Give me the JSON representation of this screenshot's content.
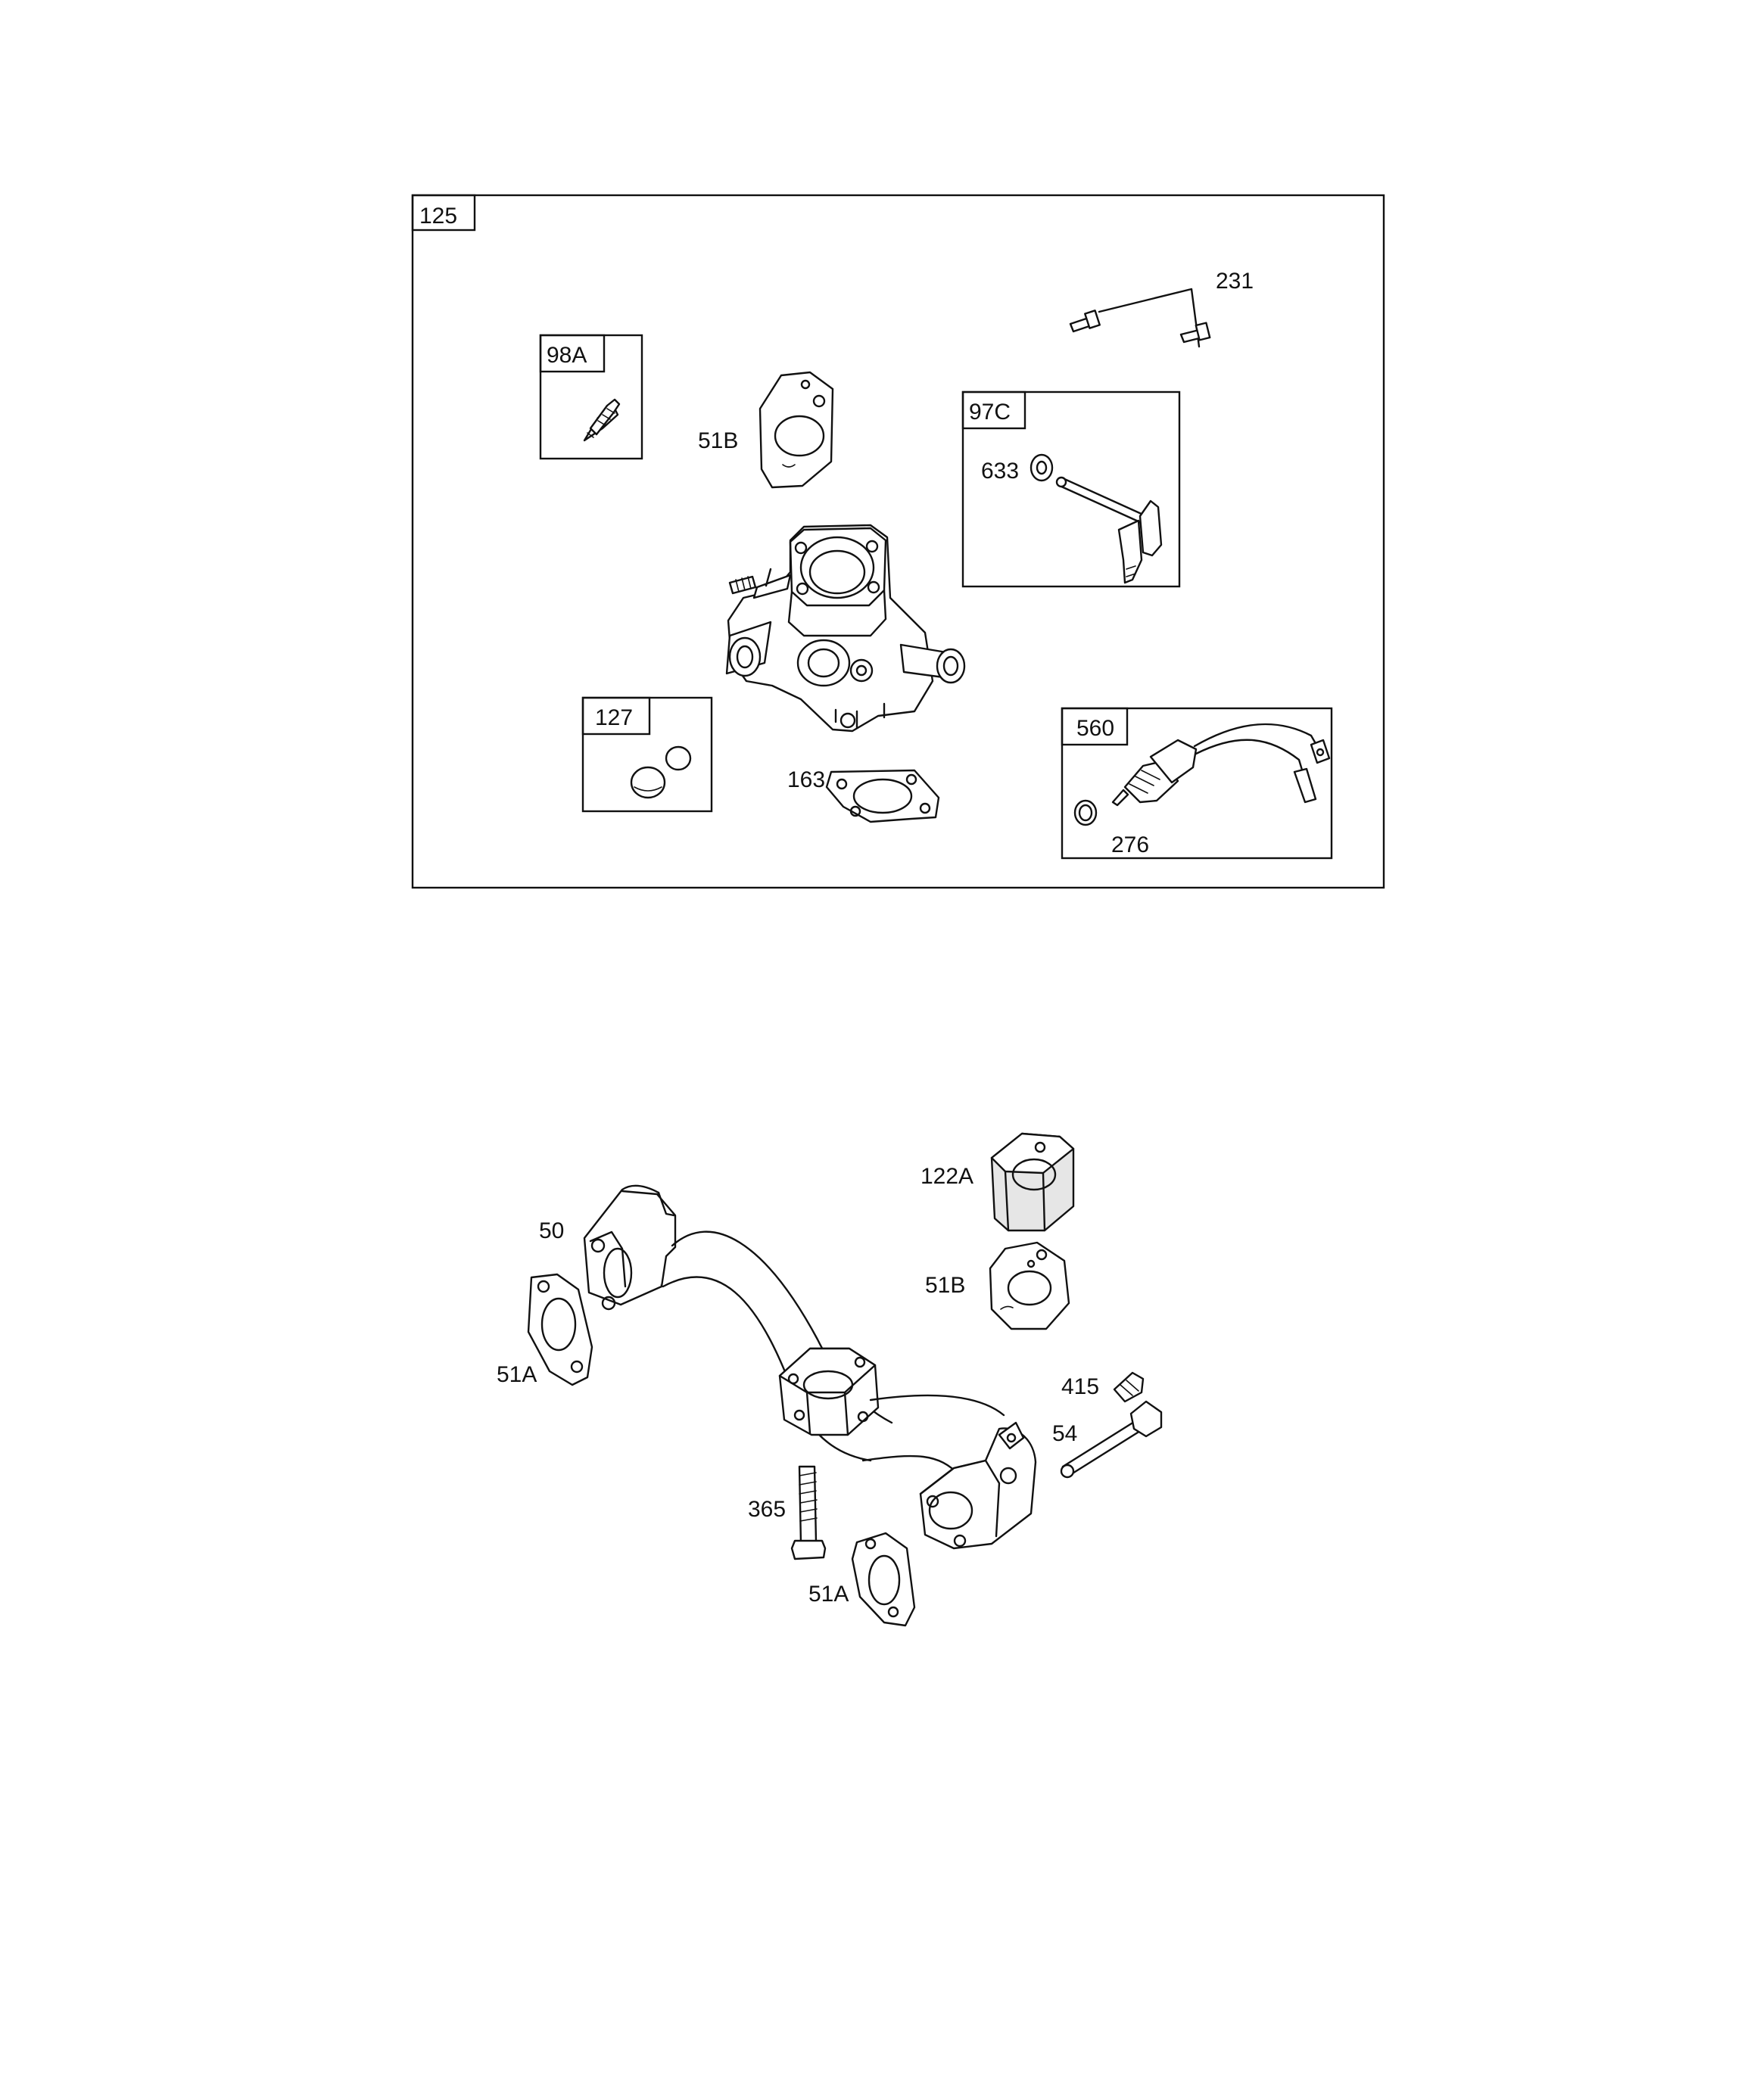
{
  "diagram": {
    "kit_labels": {
      "k125": "125",
      "k98a": "98A",
      "k97c": "97C",
      "k127": "127",
      "k560": "560"
    },
    "part_labels": {
      "p231": "231",
      "p51b_top": "51B",
      "p633": "633",
      "p163": "163",
      "p276": "276",
      "p122a": "122A",
      "p50": "50",
      "p51b_bottom": "51B",
      "p51a_left": "51A",
      "p415": "415",
      "p54": "54",
      "p365": "365",
      "p51a_bottom": "51A"
    }
  }
}
